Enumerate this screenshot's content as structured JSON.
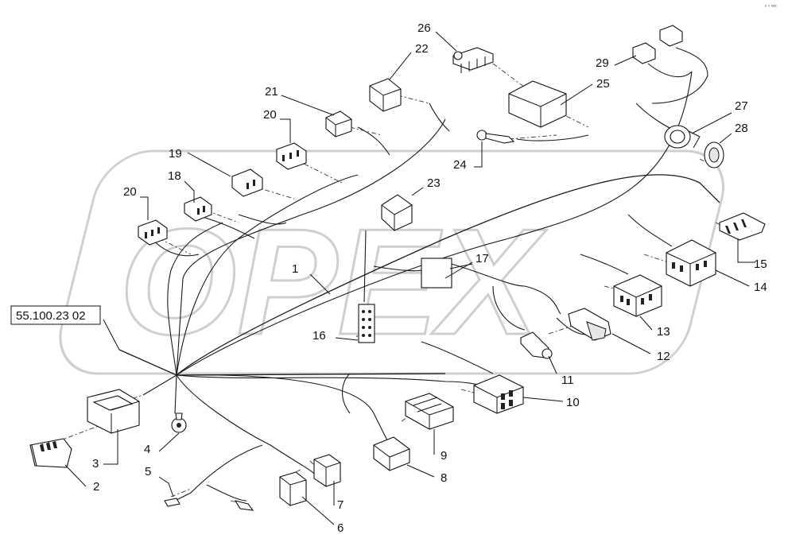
{
  "diagram": {
    "reference_code": "55.100.23 02",
    "watermark_text": "OPEX",
    "corner_mark": "ᵉ ⁿ ᵃᵃᵃ",
    "labels": {
      "l1": "1",
      "l2": "2",
      "l3": "3",
      "l4": "4",
      "l5": "5",
      "l6": "6",
      "l7": "7",
      "l8": "8",
      "l9": "9",
      "l10": "10",
      "l11": "11",
      "l12": "12",
      "l13": "13",
      "l14": "14",
      "l15": "15",
      "l16": "16",
      "l17": "17",
      "l18": "18",
      "l19": "19",
      "l20a": "20",
      "l20b": "20",
      "l21": "21",
      "l22": "22",
      "l23": "23",
      "l24": "24",
      "l25": "25",
      "l26": "26",
      "l27": "27",
      "l28": "28",
      "l29": "29"
    }
  }
}
